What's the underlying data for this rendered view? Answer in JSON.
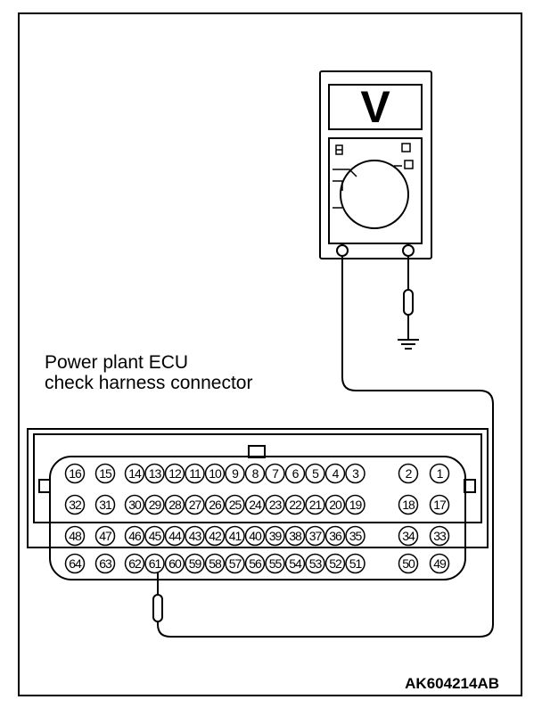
{
  "connector_label": {
    "line1": "Power plant ECU",
    "line2": "check harness connector"
  },
  "figure_code": "AK604214AB",
  "meter": {
    "display_symbol": "V",
    "icon": "voltmeter-icon"
  },
  "ground_icon": "ground-symbol-icon",
  "probed_pin": "61",
  "pin_rows": [
    [
      "16",
      "15",
      "14",
      "13",
      "12",
      "11",
      "10",
      "9",
      "8",
      "7",
      "6",
      "5",
      "4",
      "3",
      "2",
      "1"
    ],
    [
      "32",
      "31",
      "30",
      "29",
      "28",
      "27",
      "26",
      "25",
      "24",
      "23",
      "22",
      "21",
      "20",
      "19",
      "18",
      "17"
    ],
    [
      "48",
      "47",
      "46",
      "45",
      "44",
      "43",
      "42",
      "41",
      "40",
      "39",
      "38",
      "37",
      "36",
      "35",
      "34",
      "33"
    ],
    [
      "64",
      "63",
      "62",
      "61",
      "60",
      "59",
      "58",
      "57",
      "56",
      "55",
      "54",
      "53",
      "52",
      "51",
      "50",
      "49"
    ]
  ]
}
